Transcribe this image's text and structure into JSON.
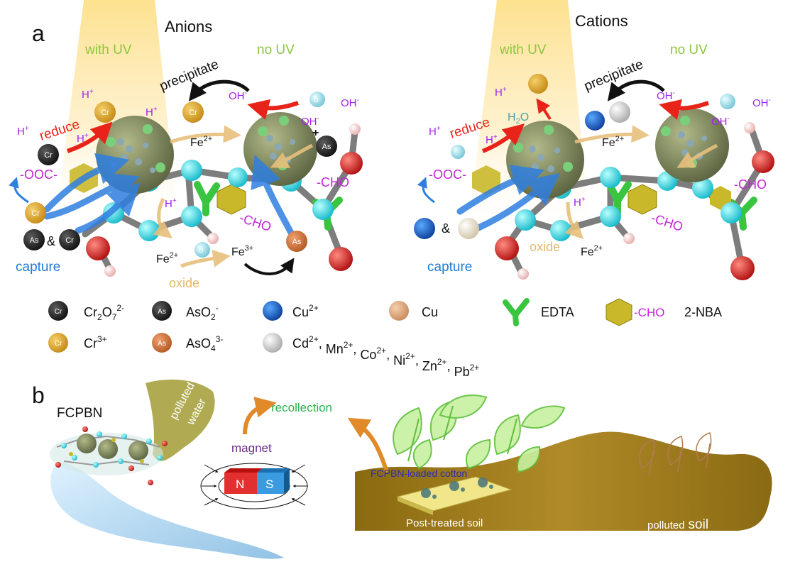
{
  "panel_a": {
    "label": "a",
    "anions": {
      "title": "Anions",
      "with_uv": "with UV",
      "no_uv": "no UV",
      "precipitate": "precipitate",
      "reduce": "reduce",
      "capture": "capture",
      "oxide": "oxide",
      "coo": "-OOC-",
      "cho_right": "-CHO",
      "cho_bottom": "-CHO",
      "amp": "&",
      "plus": "+",
      "fe2_top": "Fe",
      "fe2_bottom": "Fe",
      "fe3": "Fe",
      "fe2_sup": "2+",
      "fe3_sup": "3+",
      "h": "H",
      "oh": "OH",
      "plus_sign": "+",
      "minus_sign": "-",
      "o2": "O",
      "o2_sub": "2",
      "e": "e",
      "cr": "Cr",
      "as": "As"
    },
    "cations": {
      "title": "Cations",
      "with_uv": "with UV",
      "no_uv": "no UV",
      "precipitate": "precipitate",
      "reduce": "reduce",
      "capture": "capture",
      "oxide": "oxide",
      "coo": "-OOC-",
      "cho_right": "-CHO",
      "cho_bottom": "-CHO",
      "amp": "&",
      "fe2_top": "Fe",
      "fe2_bottom": "Fe",
      "fe2_sup": "2+",
      "h2o_h": "H",
      "h2o_sub": "2",
      "h2o_o": "O"
    },
    "legend": {
      "cr2o7_main": "Cr",
      "cr2o7_sub1": "2",
      "cr2o7_mid": "O",
      "cr2o7_sub2": "7",
      "cr2o7_sup": "2-",
      "aso2_main": "AsO",
      "aso2_sub": "2",
      "aso2_sup": "-",
      "cu2_main": "Cu",
      "cu2_sup": "2+",
      "cu": "Cu",
      "edta": "EDTA",
      "cho": "-CHO",
      "nba": "2-NBA",
      "cr3_main": "Cr",
      "cr3_sup": "3+",
      "aso4_main": "AsO",
      "aso4_sub": "4",
      "aso4_sup": "3-",
      "ions": [
        {
          "el": "Cd",
          "ch": "2+"
        },
        {
          "el": "Mn",
          "ch": "2+"
        },
        {
          "el": "Co",
          "ch": "2+"
        },
        {
          "el": "Ni",
          "ch": "2+"
        },
        {
          "el": "Zn",
          "ch": "2+"
        },
        {
          "el": "Pb",
          "ch": "2+"
        }
      ]
    }
  },
  "panel_b": {
    "label": "b",
    "fcpbn": "FCPBN",
    "polluted_water_1": "polluted",
    "polluted_water_2": "water",
    "recollection": "recollection",
    "magnet": "magnet",
    "magnet_n": "N",
    "magnet_s": "S",
    "loaded_cotton": "FCPBN-loaded cotton",
    "post_treated": "Post-treated soil",
    "polluted_soil_1": "polluted",
    "polluted_soil_2": "soil"
  },
  "colors": {
    "with_uv": "#8dc63f",
    "no_uv": "#8dc63f",
    "reduce": "#e8241a",
    "capture": "#1f7bd6",
    "charge_purple": "#a020f0",
    "oxide": "#e2b96a",
    "recollection": "#2eb24b",
    "magnet": "#6a2a8a",
    "cotton_label": "#2c2cb0",
    "soil": "#a07a18"
  }
}
